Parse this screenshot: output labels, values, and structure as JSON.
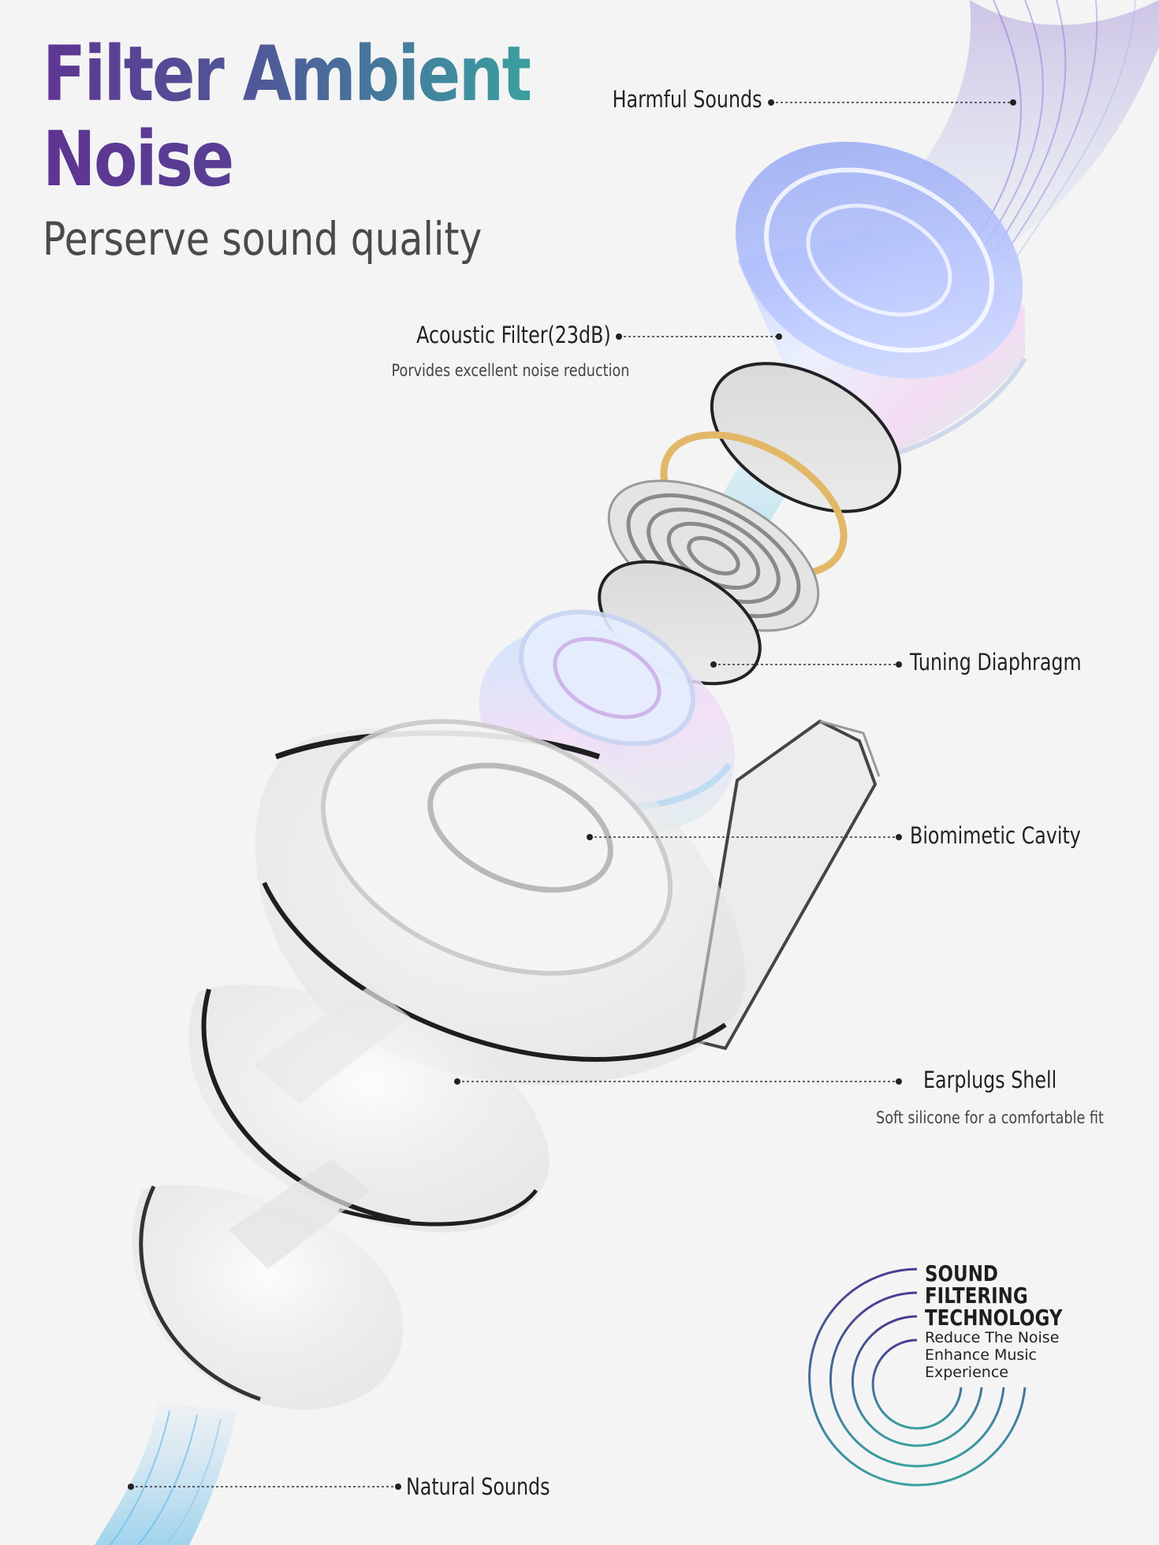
{
  "headline": {
    "line1": "Filter Ambient",
    "line2": "Noise",
    "subtitle": "Perserve sound quality"
  },
  "callouts": {
    "harmful_sounds": "Harmful Sounds",
    "acoustic_filter": "Acoustic Filter(23dB)",
    "acoustic_filter_note": "Porvides excellent noise reduction",
    "tuning_diaphragm": "Tuning Diaphragm",
    "biomimetic_cavity": "Biomimetic Cavity",
    "earplugs_shell": "Earplugs Shell",
    "earplugs_shell_note": "Soft silicone for a comfortable fit",
    "natural_sounds": "Natural Sounds"
  },
  "badge": {
    "title_lines": [
      "SOUND",
      "FILTERING",
      "TECHNOLOGY"
    ],
    "lines": [
      "Reduce The Noise",
      "Enhance Music",
      "Experience"
    ]
  },
  "colors": {
    "background": "#f4f4f4",
    "headline_purple": "#5e3592",
    "headline_teal": "#3a9fa0",
    "wave_violet": "#7a5cc8",
    "wave_blue": "#5ab8e6",
    "ring_gold": "#e2b868"
  }
}
